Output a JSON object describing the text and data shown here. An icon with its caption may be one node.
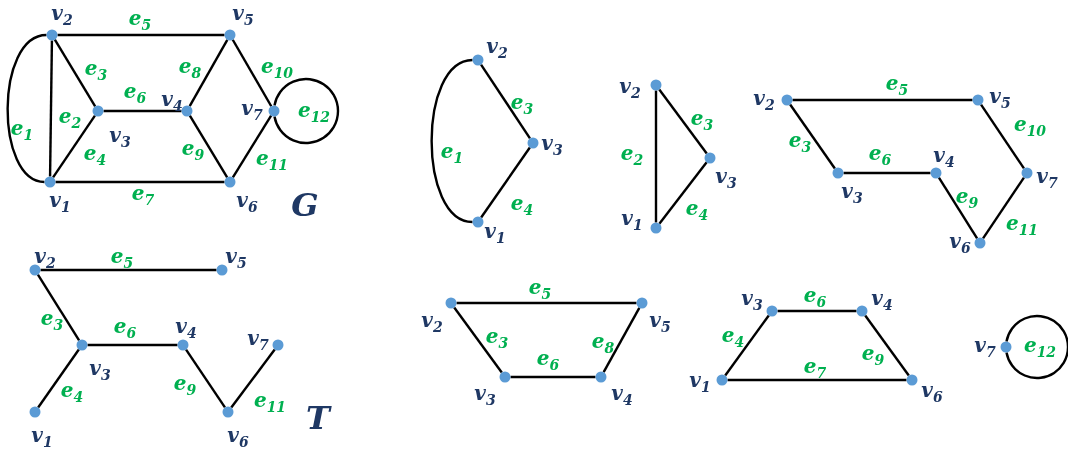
{
  "diagram": {
    "nodes": [
      {
        "text": [],
        "shape": "circle",
        "beside": [
          "v$_{1}$"
        ]
      },
      {
        "text": [],
        "shape": "circle",
        "beside": [
          "v$_{2}$"
        ]
      },
      {
        "text": [],
        "shape": "circle",
        "beside": [
          "v$_{3}$"
        ]
      },
      {
        "text": [],
        "shape": "circle",
        "beside": [
          "v$_{4}$"
        ]
      },
      {
        "text": [],
        "shape": "circle",
        "beside": [
          "v$_{5}$"
        ]
      },
      {
        "text": [],
        "shape": "circle",
        "beside": [
          "v$_{6}$"
        ]
      },
      {
        "text": [],
        "shape": "circle",
        "beside": [
          "v$_{7}$"
        ]
      },
      {
        "text": [],
        "shape": "circle",
        "beside": [
          "v$_{1}$"
        ]
      },
      {
        "text": [],
        "shape": "circle",
        "beside": [
          "v$_{2}$"
        ]
      },
      {
        "text": [],
        "shape": "circle",
        "beside": [
          "v$_{3}$"
        ]
      },
      {
        "text": [],
        "shape": "circle",
        "beside": [
          "v$_{4}$"
        ]
      },
      {
        "text": [],
        "shape": "circle",
        "beside": [
          "v$_{5}$"
        ]
      },
      {
        "text": [],
        "shape": "circle",
        "beside": [
          "v$_{6}$"
        ]
      },
      {
        "text": [],
        "shape": "circle",
        "beside": [
          "v$_{7}$"
        ]
      },
      {
        "text": [],
        "shape": "circle",
        "beside": [
          "v$_{1}$"
        ]
      },
      {
        "text": [],
        "shape": "circle",
        "beside": [
          "v$_{2}$"
        ]
      },
      {
        "text": [],
        "shape": "circle",
        "beside": [
          "v$_{3}$"
        ]
      },
      {
        "text": [],
        "shape": "circle",
        "beside": [
          "v$_{1}$"
        ]
      },
      {
        "text": [],
        "shape": "circle",
        "beside": [
          "v$_{2}$"
        ]
      },
      {
        "text": [],
        "shape": "circle",
        "beside": [
          "v$_{3}$"
        ]
      },
      {
        "text": [],
        "shape": "circle",
        "beside": [
          "v$_{2}$"
        ]
      },
      {
        "text": [],
        "shape": "circle",
        "beside": [
          "v$_{3}$"
        ]
      },
      {
        "text": [],
        "shape": "circle",
        "beside": [
          "v$_{4}$"
        ]
      },
      {
        "text": [],
        "shape": "circle",
        "beside": [
          "v$_{5}$"
        ]
      },
      {
        "text": [],
        "shape": "circle",
        "beside": [
          "v$_{6}$"
        ]
      },
      {
        "text": [],
        "shape": "circle",
        "beside": [
          "v$_{7}$"
        ]
      },
      {
        "text": [],
        "shape": "circle",
        "beside": [
          "v$_{2}$"
        ]
      },
      {
        "text": [],
        "shape": "circle",
        "beside": [
          "v$_{3}$"
        ]
      },
      {
        "text": [],
        "shape": "circle",
        "beside": [
          "v$_{4}$"
        ]
      },
      {
        "text": [],
        "shape": "circle",
        "beside": [
          "v$_{5}$"
        ]
      },
      {
        "text": [],
        "shape": "circle",
        "beside": [
          "v$_{1}$"
        ]
      },
      {
        "text": [],
        "shape": "circle",
        "beside": [
          "v$_{3}$"
        ]
      },
      {
        "text": [],
        "shape": "circle",
        "beside": [
          "v$_{4}$"
        ]
      },
      {
        "text": [],
        "shape": "circle",
        "beside": [
          "v$_{6}$"
        ]
      },
      {
        "text": [],
        "shape": "circle",
        "beside": [
          "v$_{7}$"
        ]
      }
    ],
    "edges": [
      {
        "from": 0,
        "to": 1,
        "arrow": "none",
        "label": "e$_{1}$"
      },
      {
        "from": 0,
        "to": 1,
        "arrow": "none",
        "label": "e$_{2}$"
      },
      {
        "from": 1,
        "to": 2,
        "arrow": "none",
        "label": "e$_{3}$"
      },
      {
        "from": 0,
        "to": 2,
        "arrow": "none",
        "label": "e$_{4}$"
      },
      {
        "from": 1,
        "to": 4,
        "arrow": "none",
        "label": "e$_{5}$"
      },
      {
        "from": 2,
        "to": 3,
        "arrow": "none",
        "label": "e$_{6}$"
      },
      {
        "from": 0,
        "to": 5,
        "arrow": "none",
        "label": "e$_{7}$"
      },
      {
        "from": 3,
        "to": 4,
        "arrow": "none",
        "label": "e$_{8}$"
      },
      {
        "from": 3,
        "to": 5,
        "arrow": "none",
        "label": "e$_{9}$"
      },
      {
        "from": 4,
        "to": 6,
        "arrow": "none",
        "label": "e$_{10}$"
      },
      {
        "from": 5,
        "to": 6,
        "arrow": "none",
        "label": "e$_{11}$"
      },
      {
        "from": 6,
        "to": 6,
        "arrow": "none",
        "label": "e$_{12}$"
      },
      {
        "from": 8,
        "to": 11,
        "arrow": "none",
        "label": "e$_{5}$"
      },
      {
        "from": 8,
        "to": 9,
        "arrow": "none",
        "label": "e$_{3}$"
      },
      {
        "from": 9,
        "to": 10,
        "arrow": "none",
        "label": "e$_{6}$"
      },
      {
        "from": 9,
        "to": 7,
        "arrow": "none",
        "label": "e$_{4}$"
      },
      {
        "from": 10,
        "to": 12,
        "arrow": "none",
        "label": "e$_{9}$"
      },
      {
        "from": 12,
        "to": 13,
        "arrow": "none",
        "label": "e$_{11}$"
      },
      {
        "from": 14,
        "to": 15,
        "arrow": "none",
        "label": "e$_{1}$"
      },
      {
        "from": 15,
        "to": 16,
        "arrow": "none",
        "label": "e$_{3}$"
      },
      {
        "from": 16,
        "to": 14,
        "arrow": "none",
        "label": "e$_{4}$"
      },
      {
        "from": 17,
        "to": 18,
        "arrow": "none",
        "label": "e$_{2}$"
      },
      {
        "from": 18,
        "to": 19,
        "arrow": "none",
        "label": "e$_{3}$"
      },
      {
        "from": 19,
        "to": 17,
        "arrow": "none",
        "label": "e$_{4}$"
      },
      {
        "from": 20,
        "to": 23,
        "arrow": "none",
        "label": "e$_{5}$"
      },
      {
        "from": 20,
        "to": 21,
        "arrow": "none",
        "label": "e$_{3}$"
      },
      {
        "from": 21,
        "to": 22,
        "arrow": "none",
        "label": "e$_{6}$"
      },
      {
        "from": 22,
        "to": 24,
        "arrow": "none",
        "label": "e$_{9}$"
      },
      {
        "from": 24,
        "to": 25,
        "arrow": "none",
        "label": "e$_{11}$"
      },
      {
        "from": 23,
        "to": 25,
        "arrow": "none",
        "label": "e$_{10}$"
      },
      {
        "from": 26,
        "to": 29,
        "arrow": "none",
        "label": "e$_{5}$"
      },
      {
        "from": 26,
        "to": 27,
        "arrow": "none",
        "label": "e$_{3}$"
      },
      {
        "from": 27,
        "to": 28,
        "arrow": "none",
        "label": "e$_{6}$"
      },
      {
        "from": 28,
        "to": 29,
        "arrow": "none",
        "label": "e$_{8}$"
      },
      {
        "from": 31,
        "to": 32,
        "arrow": "none",
        "label": "e$_{6}$"
      },
      {
        "from": 31,
        "to": 30,
        "arrow": "none",
        "label": "e$_{4}$"
      },
      {
        "from": 30,
        "to": 33,
        "arrow": "none",
        "label": "e$_{7}$"
      },
      {
        "from": 32,
        "to": 33,
        "arrow": "none",
        "label": "e$_{9}$"
      },
      {
        "from": 34,
        "to": 34,
        "arrow": "none",
        "label": "e$_{12}$"
      }
    ],
    "labels": [
      "G",
      "T"
    ]
  }
}
